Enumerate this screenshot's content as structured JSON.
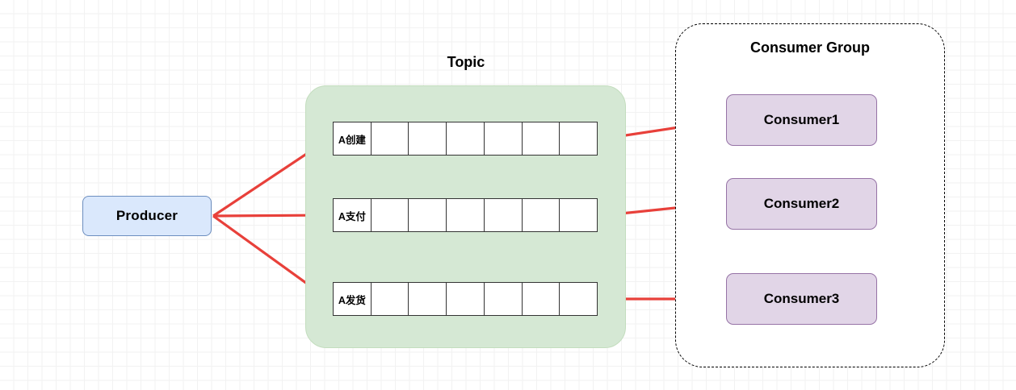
{
  "diagram": {
    "title_topic": "Topic",
    "title_consumer_group": "Consumer Group"
  },
  "producer": {
    "label": "Producer",
    "fill": "#dae8fc",
    "stroke": "#6c8ebf"
  },
  "topic": {
    "label": "Topic",
    "fill": "#d5e8d4",
    "stroke": "#c3ddbe",
    "partitions": [
      {
        "name": "partition-1",
        "cells": [
          "A创建",
          "",
          "",
          "",
          "",
          "",
          ""
        ]
      },
      {
        "name": "partition-2",
        "cells": [
          "A支付",
          "",
          "",
          "",
          "",
          "",
          ""
        ]
      },
      {
        "name": "partition-3",
        "cells": [
          "A发货",
          "",
          "",
          "",
          "",
          "",
          ""
        ]
      }
    ]
  },
  "consumer_group": {
    "label": "Consumer Group",
    "border_style": "dashed",
    "border_color": "#000000",
    "consumers": [
      {
        "label": "Consumer1"
      },
      {
        "label": "Consumer2"
      },
      {
        "label": "Consumer3"
      }
    ],
    "fill": "#e1d5e7",
    "stroke": "#9673a6"
  },
  "arrows": {
    "color": "#e8403a",
    "producer_to_partitions": [
      {
        "from": "producer",
        "to": "partition-1"
      },
      {
        "from": "producer",
        "to": "partition-2"
      },
      {
        "from": "producer",
        "to": "partition-3"
      }
    ],
    "partitions_to_consumers": [
      {
        "from": "partition-1",
        "to": "Consumer1"
      },
      {
        "from": "partition-2",
        "to": "Consumer2"
      },
      {
        "from": "partition-3",
        "to": "Consumer3"
      }
    ]
  }
}
